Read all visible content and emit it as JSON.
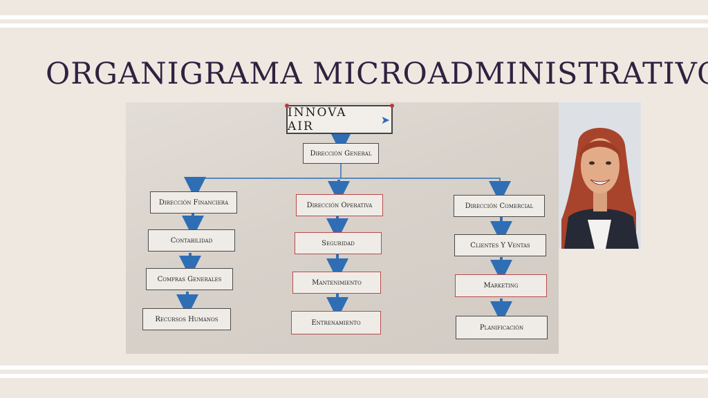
{
  "slide": {
    "title": "ORGANIGRAMA MICROADMINISTRATIVO"
  },
  "org_chart": {
    "root": "INNOVA AIR",
    "general": "Dirección General",
    "columns": [
      {
        "head": "Dirección Financiera",
        "items": [
          "Contabilidad",
          "Compras Generales",
          "Recursos Humanos"
        ]
      },
      {
        "head": "Dirección Operativa",
        "items": [
          "Seguridad",
          "Mantenimiento",
          "Entrenamiento"
        ]
      },
      {
        "head": "Dirección Comercial",
        "items": [
          "Clientes Y Ventas",
          "Marketing",
          "Planificación"
        ]
      }
    ]
  },
  "colors": {
    "background": "#efe8e1",
    "title": "#2d2340",
    "arrow": "#2f6eb4",
    "logo_accent": "#c0393b"
  },
  "icons": [
    "paper-plane-icon",
    "arrow-down-icon"
  ]
}
